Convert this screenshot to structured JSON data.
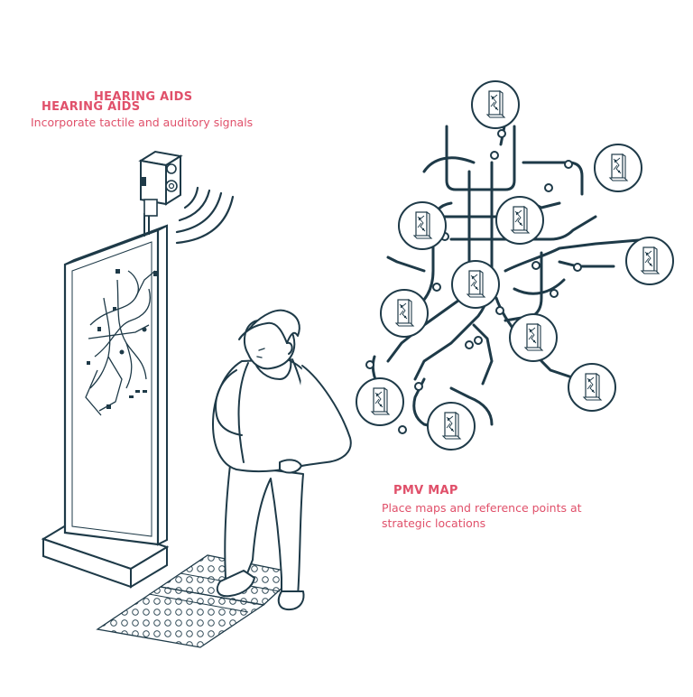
{
  "annotations": {
    "hearing": {
      "title_line1": "HEARING AIDS",
      "title_line2": "HEARING AIDS",
      "text": "Incorporate tactile and auditory signals"
    },
    "pmv": {
      "title": "PMV MAP",
      "text_line1": "Place maps and reference points at",
      "text_line2": "strategic locations"
    }
  },
  "colors": {
    "ink": "#1e3a48",
    "accent": "#e0506a",
    "background": "#ffffff"
  },
  "icons": [
    "speaker-icon",
    "sound-waves-icon",
    "totem-icon",
    "person-figure",
    "tactile-paving",
    "metro-network"
  ]
}
